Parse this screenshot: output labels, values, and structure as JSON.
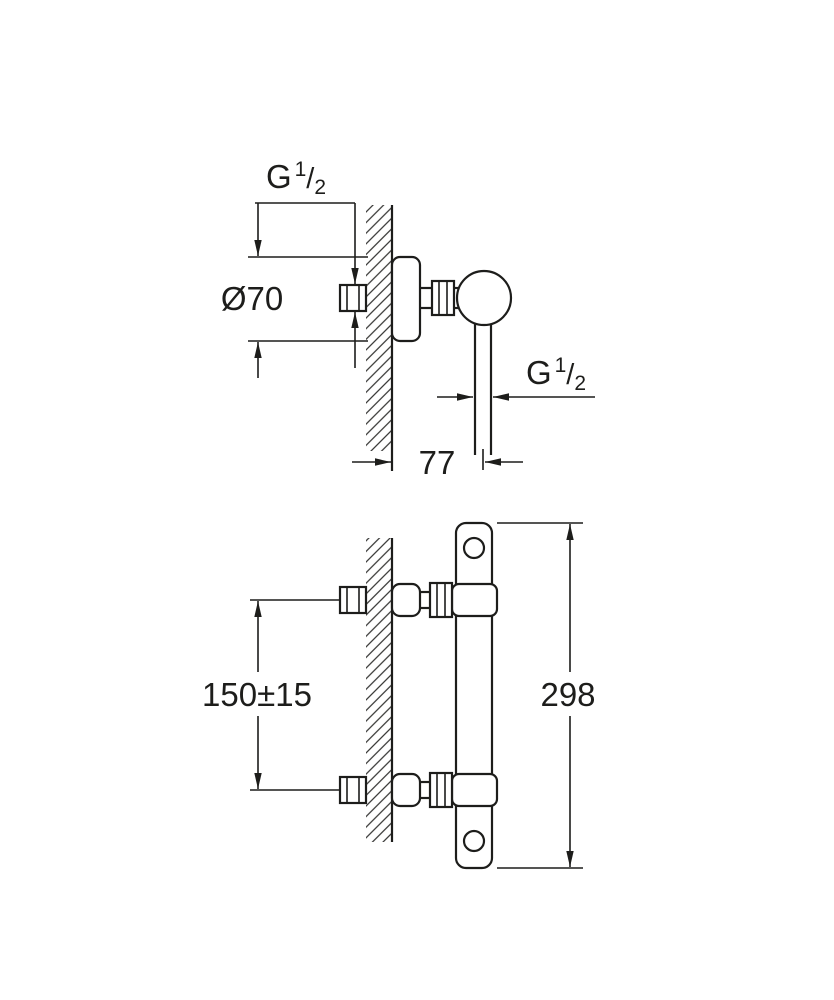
{
  "drawing": {
    "kind": "technical-dimension-drawing",
    "colors": {
      "line": "#1d1d1b",
      "background": "#ffffff"
    },
    "views": {
      "top": {
        "labels": {
          "inlet_thread": {
            "prefix": "G",
            "numerator": "1",
            "slash": "/",
            "denominator": "2"
          },
          "escutcheon_diameter": "Ø70",
          "outlet_thread": {
            "prefix": "G",
            "numerator": "1",
            "slash": "/",
            "denominator": "2"
          },
          "wall_to_outlet_axis": "77"
        }
      },
      "front": {
        "labels": {
          "connection_spacing": "150±15",
          "body_height": "298"
        }
      }
    }
  }
}
